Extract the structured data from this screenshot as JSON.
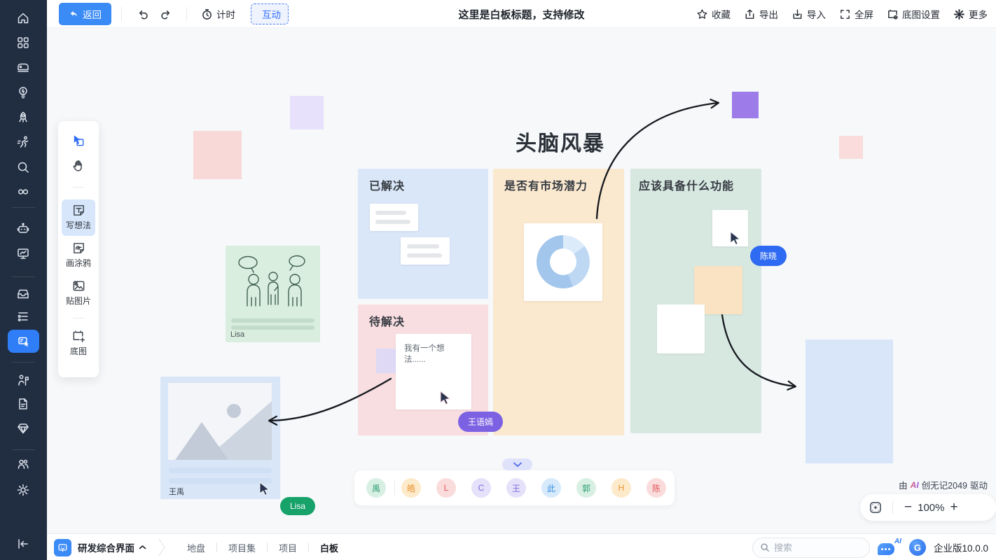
{
  "colors": {
    "accent": "#2f7ef7",
    "sidebar_bg": "#212d40",
    "canvas_bg": "#f6f8fa",
    "interact_blue": "#3370ff",
    "arrow": "#15181d",
    "col_blue": "#d9e7f8",
    "col_orange": "#fbe9cf",
    "col_green": "#d7e8e1",
    "col_pink": "#f8dee1",
    "sticky_orange": "#fae3c2",
    "rect_blue": "#d9e6f9",
    "sq_lavender": "#e7e1fb",
    "sq_pink": "#f9d9d7",
    "sq_purple": "#9d7ce9",
    "sq_pink2": "#fbdcdc",
    "sq_lavender_small": "#dfd9f6"
  },
  "topbar": {
    "back": "返回",
    "timer": "计时",
    "interact": "互动",
    "title": "这里是白板标题，支持修改",
    "favorite": "收藏",
    "export": "导出",
    "import": "导入",
    "fullscreen": "全屏",
    "base_settings": "底图设置",
    "more": "更多"
  },
  "tools": {
    "idea": "写想法",
    "doodle": "画涂鸦",
    "image": "贴图片",
    "base": "底图"
  },
  "board": {
    "title": "头脑风暴",
    "col_solved": "已解决",
    "col_pending": "待解决",
    "col_market": "是否有市场潜力",
    "col_features": "应该具备什么功能",
    "note_text": "我有一个想法......",
    "sketch_author": "Lisa",
    "image_author": "王禹"
  },
  "cursors": [
    {
      "name": "陈晓",
      "color": "#2e6bf2"
    },
    {
      "name": "王语嫣",
      "color": "#7c62e3"
    },
    {
      "name": "Lisa",
      "color": "#16a269"
    }
  ],
  "presence": {
    "avatars": [
      {
        "text": "禹",
        "bg": "#d8efe3",
        "fg": "#2e9e77"
      },
      {
        "text": "皓",
        "bg": "#fdeacb",
        "fg": "#e8912d"
      },
      {
        "text": "L",
        "bg": "#fadcdc",
        "fg": "#e05656"
      },
      {
        "text": "C",
        "bg": "#e6e1fa",
        "fg": "#7b68d9"
      },
      {
        "text": "王",
        "bg": "#e6e1fa",
        "fg": "#7b68d9"
      },
      {
        "text": "此",
        "bg": "#d6eafb",
        "fg": "#3d8fe0"
      },
      {
        "text": "郭",
        "bg": "#d8efe3",
        "fg": "#2e9e77"
      },
      {
        "text": "H",
        "bg": "#fdeacb",
        "fg": "#e8912d"
      },
      {
        "text": "陈",
        "bg": "#fadcdc",
        "fg": "#e05656"
      }
    ]
  },
  "powered_by": {
    "prefix": "由",
    "ai_mark": "AI",
    "brand": "创无记2049",
    "suffix": "驱动"
  },
  "zoom_ctrl": {
    "minus": "−",
    "level": "100%",
    "plus": "+"
  },
  "bottombar": {
    "workspace": "研发综合界面",
    "tabs": [
      "地盘",
      "项目集",
      "项目",
      "白板"
    ],
    "active_tab": "白板",
    "search_placeholder": "搜索",
    "ai_badge": "AI",
    "edition": "企业版10.0.0"
  },
  "chart_data": {
    "type": "pie",
    "segments": [
      {
        "value": 15,
        "color": "#dcebfa"
      },
      {
        "value": 29,
        "color": "#bed8f4"
      },
      {
        "value": 56,
        "color": "#a3c6ec"
      }
    ]
  }
}
